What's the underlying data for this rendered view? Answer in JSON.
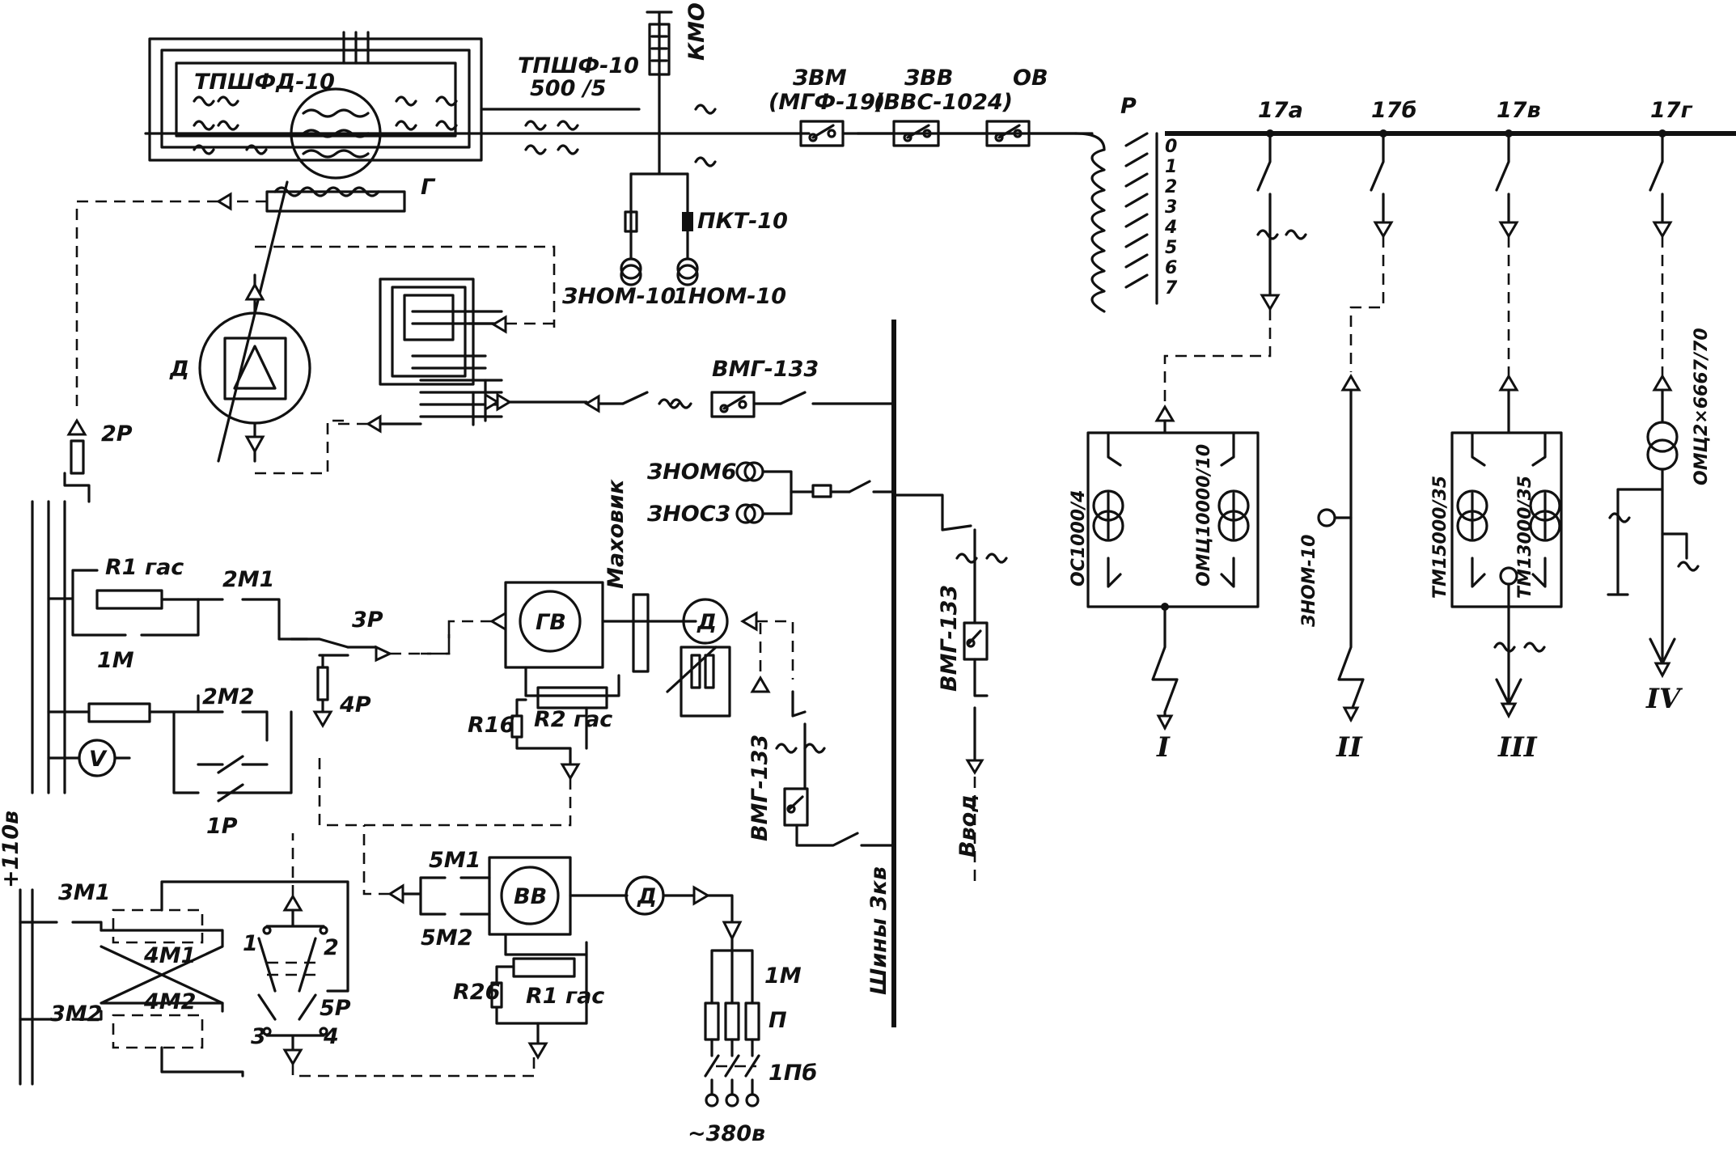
{
  "labels": {
    "tpshfd": "ТПШФД-10",
    "tpshf": "ТПШФ-10",
    "tpshf_ratio": "500 /5",
    "kmo": "КМО",
    "zvm": "ЗВМ",
    "zvm_type": "(МГФ-19)",
    "zvv": "ЗВВ",
    "zvv_type": "(ВВС-1024)",
    "ov": "ОВ",
    "r": "Р",
    "generator": "Г",
    "pkt": "ПКТ-10",
    "znom10": "ЗНОМ-10",
    "nom10": "1НОМ-10",
    "motor_big": "Д",
    "vmg133_top": "ВМГ-133",
    "vmg133_right": "ВМГ-133",
    "vmg133_bottom": "ВМГ-133",
    "znom6": "ЗНОМ6",
    "znos3": "ЗНОС3",
    "busbar": "Шины 3кв",
    "vvod": "Ввод",
    "r2p": "2Р",
    "r1gas": "R1 гас",
    "m1_2": "2М1",
    "m1m": "1М",
    "m2_2": "2М2",
    "r3p": "3Р",
    "r4p": "4Р",
    "r1p": "1Р",
    "voltmeter": "V",
    "gv": "ГВ",
    "flywheel": "Маховик",
    "motor_small": "Д",
    "r16": "R16",
    "r2gas": "R2 гас",
    "v110": "+110в",
    "m3_1": "3М1",
    "m3_2": "3М2",
    "m4_1": "4М1",
    "m4_2": "4М2",
    "sw1": "1",
    "sw2": "2",
    "sw3": "3",
    "sw4": "4",
    "r5p": "5Р",
    "m5_1": "5М1",
    "m5_2": "5М2",
    "vv": "ВВ",
    "motor_vv": "Д",
    "r26": "R26",
    "r1gas_b": "R1 гас",
    "im": "1М",
    "p": "П",
    "ipb": "1Пб",
    "v380": "~380в",
    "taps": [
      "0",
      "1",
      "2",
      "3",
      "4",
      "5",
      "6",
      "7"
    ],
    "f17a": "17а",
    "f17b": "17б",
    "f17v": "17в",
    "f17g": "17г",
    "os1000": "ОС1000/4",
    "omts10000": "ОМЦ10000/10",
    "znom10b": "ЗНОМ-10",
    "tm15000": "ТМ15000/35",
    "tm13000": "ТМ13000/35",
    "omts2x6667": "ОМЦ2×6667/70",
    "sec1": "I",
    "sec2": "II",
    "sec3": "III",
    "sec4": "IV"
  }
}
